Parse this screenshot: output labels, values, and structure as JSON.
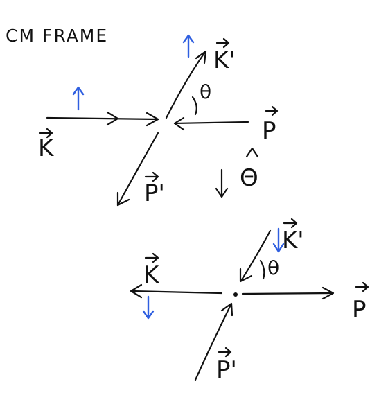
{
  "title": "CM FRAME",
  "top_diagram": {
    "incoming_left_label": "K",
    "incoming_right_label": "P",
    "outgoing_up_label": "K'",
    "outgoing_down_label": "P'",
    "angle_label": "θ",
    "unit_vector_label": "Θ"
  },
  "bottom_diagram": {
    "incoming_left_label": "K",
    "incoming_right_label": "P",
    "outgoing_up_label": "K'",
    "outgoing_down_label": "P'",
    "angle_label": "θ"
  },
  "colors": {
    "ink": "#111111",
    "spin": "#2f5fe0",
    "background": "#ffffff"
  }
}
